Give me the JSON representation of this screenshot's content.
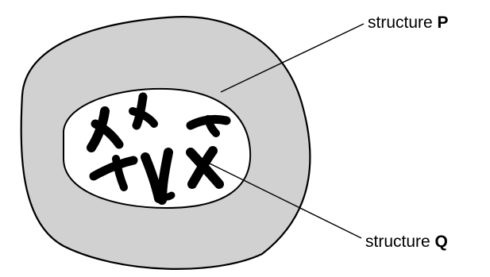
{
  "labels": {
    "p": {
      "word": "structure",
      "letter": "P"
    },
    "q": {
      "word": "structure",
      "letter": "Q"
    }
  },
  "colors": {
    "cytoplasm_fill": "#d1d1d1",
    "nucleus_fill": "#ffffff",
    "chromosome": "#000000",
    "outline": "#000000"
  },
  "chromosome_count": 7
}
